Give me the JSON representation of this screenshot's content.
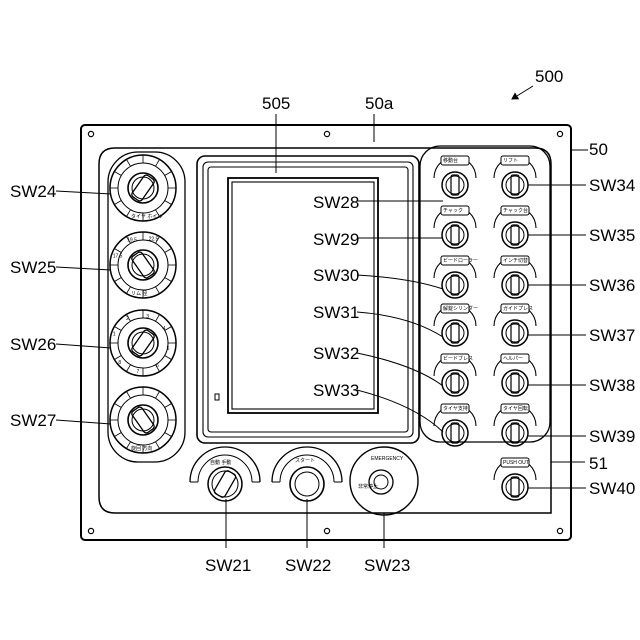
{
  "refs": {
    "assembly": "500",
    "panel": "50",
    "panel_face": "50a",
    "screen": "505",
    "sub_panel": "51"
  },
  "switches": [
    {
      "id": "SW24",
      "kind": "ring-knob",
      "caption": "タイヤ ホイル"
    },
    {
      "id": "SW25",
      "kind": "ring-knob",
      "caption": "リム 径",
      "ticks": [
        "17.5",
        "19.5",
        "22.5"
      ]
    },
    {
      "id": "SW26",
      "kind": "ring-knob",
      "caption": "",
      "ticks": [
        "1",
        "2",
        "3",
        "4",
        "5",
        "6",
        "7",
        "8"
      ]
    },
    {
      "id": "SW27",
      "kind": "ring-knob",
      "caption": "旋回 方向"
    },
    {
      "id": "SW28",
      "kind": "small",
      "plate": "移動台"
    },
    {
      "id": "SW29",
      "kind": "small",
      "plate": "チャック"
    },
    {
      "id": "SW30",
      "kind": "small",
      "plate": "ビードローラー"
    },
    {
      "id": "SW31",
      "kind": "small",
      "plate": "解錠シリンダー"
    },
    {
      "id": "SW32",
      "kind": "small",
      "plate": "ビードブレス"
    },
    {
      "id": "SW33",
      "kind": "small",
      "plate": "タイヤ支持"
    },
    {
      "id": "SW34",
      "kind": "small",
      "plate": "リフト"
    },
    {
      "id": "SW35",
      "kind": "small",
      "plate": "チャック台"
    },
    {
      "id": "SW36",
      "kind": "small",
      "plate": "インチ切替"
    },
    {
      "id": "SW37",
      "kind": "small",
      "plate": "ガイドプレス"
    },
    {
      "id": "SW38",
      "kind": "small",
      "plate": "ヘルパー"
    },
    {
      "id": "SW39",
      "kind": "small",
      "plate": "タイヤ回転"
    },
    {
      "id": "SW40",
      "kind": "small",
      "plate": "PUSH OUT"
    },
    {
      "id": "SW21",
      "kind": "selector",
      "plate": "自動 手動"
    },
    {
      "id": "SW22",
      "kind": "push",
      "plate": "スタート"
    },
    {
      "id": "SW23",
      "kind": "emergency",
      "plate": "EMERGENCY",
      "plate2": "非常停止"
    }
  ]
}
